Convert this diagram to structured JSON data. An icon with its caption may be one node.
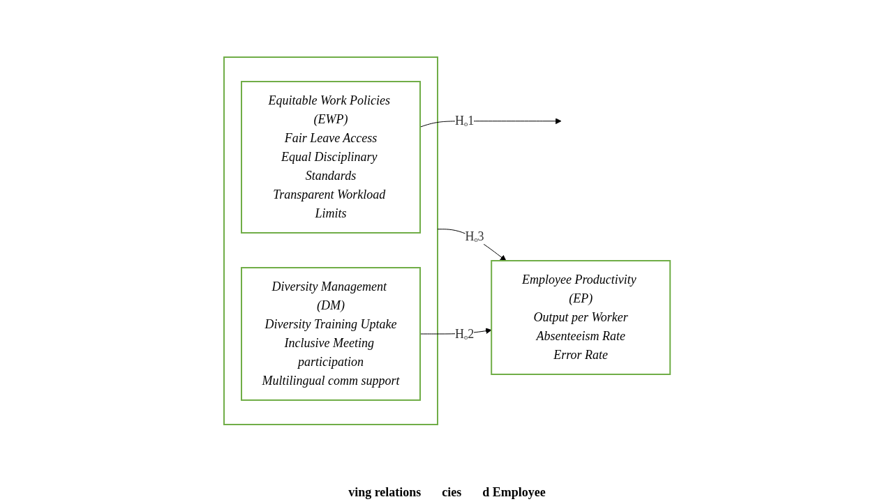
{
  "diagram": {
    "nodes": [
      {
        "text": [],
        "shape": "box"
      },
      {
        "text": [
          "Equitable Work Policies (EWP)",
          "Fair Leave Access",
          "Equal Disciplinary Standards",
          "Transparent Workload Limits"
        ],
        "in": 0
      },
      {
        "text": [
          "Diversity Management (DM)",
          "Diversity Training Uptake",
          "Inclusive Meeting participation",
          "Multilingual comm support"
        ],
        "in": 0
      },
      {
        "text": [
          "Employee Productivity (EP)",
          "Output per Worker",
          "Absenteeism Rate",
          "Error Rate"
        ]
      }
    ],
    "edges": [
      {
        "from": 1,
        "to": null,
        "arrow": "to",
        "label": "Hₒ1"
      },
      {
        "from": 0,
        "to": 3,
        "arrow": "to",
        "label": "Hₒ3"
      },
      {
        "from": 2,
        "to": 3,
        "arrow": "to",
        "label": "Hₒ2"
      }
    ],
    "labels": [
      "ving relations",
      "cies",
      "d Employee"
    ]
  }
}
